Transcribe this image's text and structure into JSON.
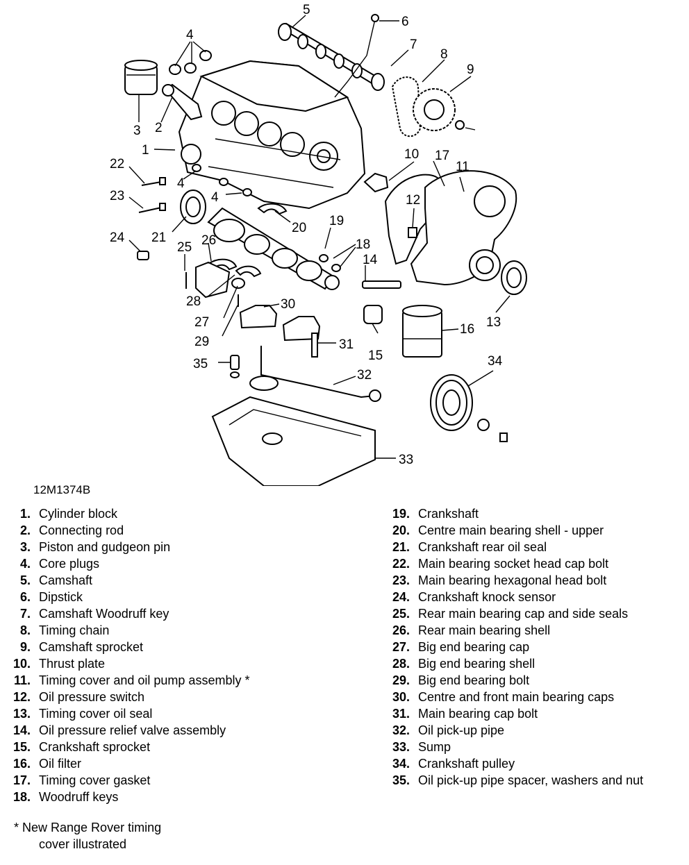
{
  "figure_id": "12M1374B",
  "callout_numbers": [
    "1",
    "2",
    "3",
    "4",
    "4",
    "4",
    "5",
    "6",
    "7",
    "8",
    "9",
    "10",
    "11",
    "12",
    "13",
    "14",
    "15",
    "16",
    "17",
    "18",
    "19",
    "20",
    "21",
    "22",
    "23",
    "24",
    "25",
    "26",
    "27",
    "28",
    "29",
    "30",
    "31",
    "32",
    "33",
    "34",
    "35"
  ],
  "legend_left": [
    {
      "num": "1.",
      "text": "Cylinder block"
    },
    {
      "num": "2.",
      "text": "Connecting rod"
    },
    {
      "num": "3.",
      "text": "Piston and gudgeon pin"
    },
    {
      "num": "4.",
      "text": "Core plugs"
    },
    {
      "num": "5.",
      "text": "Camshaft"
    },
    {
      "num": "6.",
      "text": "Dipstick"
    },
    {
      "num": "7.",
      "text": "Camshaft Woodruff key"
    },
    {
      "num": "8.",
      "text": "Timing chain"
    },
    {
      "num": "9.",
      "text": "Camshaft sprocket"
    },
    {
      "num": "10.",
      "text": "Thrust plate"
    },
    {
      "num": "11.",
      "text": "Timing cover and oil pump assembly *"
    },
    {
      "num": "12.",
      "text": "Oil pressure switch"
    },
    {
      "num": "13.",
      "text": "Timing cover oil seal"
    },
    {
      "num": "14.",
      "text": "Oil pressure relief valve assembly"
    },
    {
      "num": "15.",
      "text": "Crankshaft sprocket"
    },
    {
      "num": "16.",
      "text": "Oil filter"
    },
    {
      "num": "17.",
      "text": "Timing cover gasket"
    },
    {
      "num": "18.",
      "text": "Woodruff keys"
    }
  ],
  "legend_right": [
    {
      "num": "19.",
      "text": "Crankshaft"
    },
    {
      "num": "20.",
      "text": "Centre main bearing shell - upper"
    },
    {
      "num": "21.",
      "text": "Crankshaft rear oil seal"
    },
    {
      "num": "22.",
      "text": "Main bearing socket head cap bolt"
    },
    {
      "num": "23.",
      "text": "Main bearing hexagonal head bolt"
    },
    {
      "num": "24.",
      "text": "Crankshaft knock sensor"
    },
    {
      "num": "25.",
      "text": "Rear main bearing cap and side seals"
    },
    {
      "num": "26.",
      "text": "Rear main bearing shell"
    },
    {
      "num": "27.",
      "text": "Big end bearing cap"
    },
    {
      "num": "28.",
      "text": "Big end bearing shell"
    },
    {
      "num": "29.",
      "text": "Big end bearing bolt"
    },
    {
      "num": "30.",
      "text": "Centre and front main bearing caps"
    },
    {
      "num": "31.",
      "text": "Main bearing cap bolt"
    },
    {
      "num": "32.",
      "text": "Oil pick-up pipe"
    },
    {
      "num": "33.",
      "text": "Sump"
    },
    {
      "num": "34.",
      "text": "Crankshaft pulley"
    },
    {
      "num": "35.",
      "text": "Oil pick-up pipe spacer, washers and nut"
    }
  ],
  "footnote": {
    "line1": "* New Range Rover timing",
    "line2": "cover illustrated"
  }
}
